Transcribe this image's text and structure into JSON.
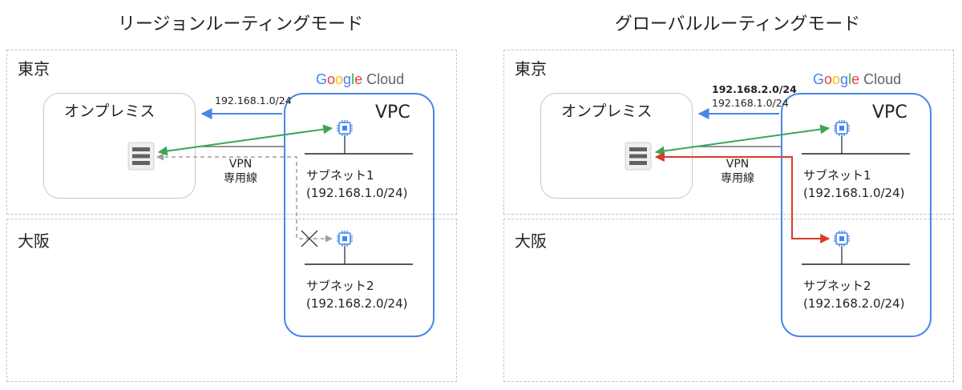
{
  "panels": [
    {
      "title": "リージョンルーティングモード",
      "region_tokyo": "東京",
      "region_osaka": "大阪",
      "onprem_label": "オンプレミス",
      "vpc_label": "VPC",
      "google": [
        "G",
        "o",
        "o",
        "g",
        "l",
        "e"
      ],
      "cloud_word": "Cloud",
      "route_labels": [
        "192.168.1.0/24"
      ],
      "vpn_label": "VPN",
      "dedicated_label": "専用線",
      "subnet1_name": "サブネット1",
      "subnet1_cidr": "(192.168.1.0/24)",
      "subnet2_name": "サブネット2",
      "subnet2_cidr": "(192.168.2.0/24)"
    },
    {
      "title": "グローバルルーティングモード",
      "region_tokyo": "東京",
      "region_osaka": "大阪",
      "onprem_label": "オンプレミス",
      "vpc_label": "VPC",
      "google": [
        "G",
        "o",
        "o",
        "g",
        "l",
        "e"
      ],
      "cloud_word": "Cloud",
      "route_labels": [
        "192.168.2.0/24",
        "192.168.1.0/24"
      ],
      "vpn_label": "VPN",
      "dedicated_label": "専用線",
      "subnet1_name": "サブネット1",
      "subnet1_cidr": "(192.168.1.0/24)",
      "subnet2_name": "サブネット2",
      "subnet2_cidr": "(192.168.2.0/24)"
    }
  ],
  "colors": {
    "vpc_border": "#4a86e8",
    "route_arrow": "#4a86e8",
    "reachable": "#3aa657",
    "unreachable": "#9e9e9e",
    "global_route": "#d93b2b",
    "google_blue": "#4285f4",
    "google_red": "#ea4335",
    "google_yellow": "#fbbc05",
    "google_green": "#34a853"
  },
  "icons": [
    "server-icon",
    "vm-chip-icon",
    "blocked-x-icon"
  ]
}
